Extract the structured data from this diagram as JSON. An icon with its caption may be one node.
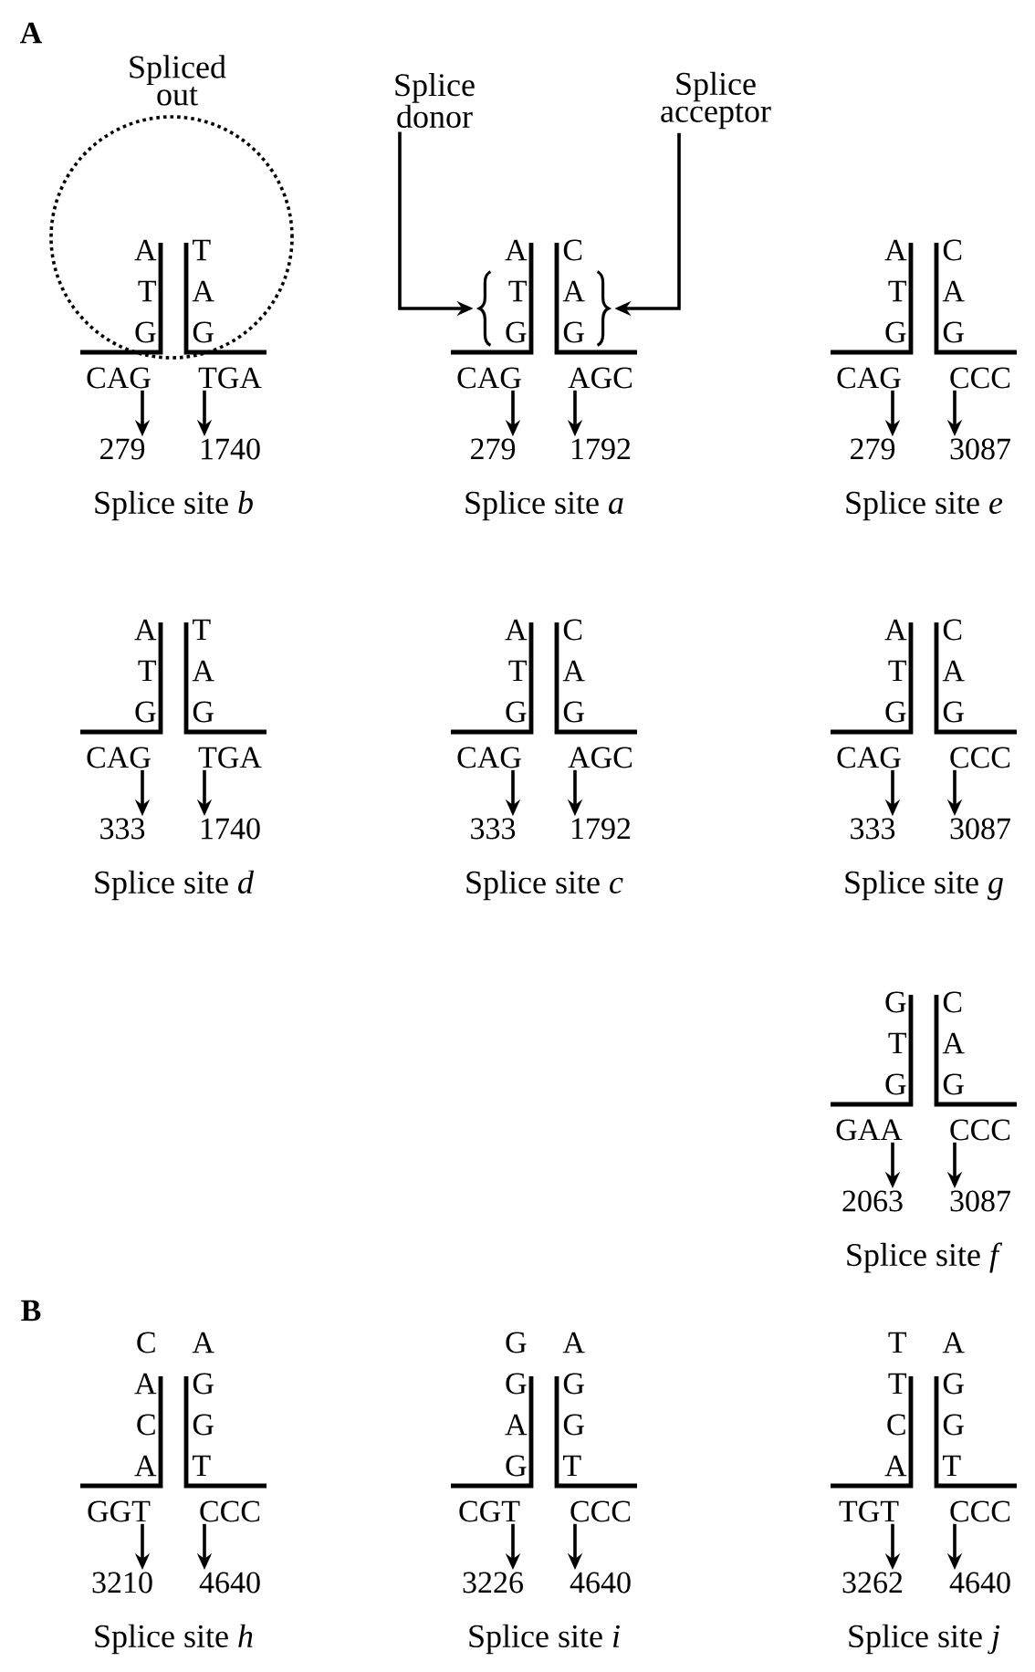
{
  "diagram": {
    "nodes": [
      {
        "text": [
          "Spliced out"
        ]
      },
      {
        "text": [
          "Splice donor"
        ]
      },
      {
        "text": [
          "Splice acceptor"
        ]
      },
      {
        "text": [
          "CAG"
        ]
      },
      {
        "text": [
          "TGA"
        ]
      },
      {
        "text": [
          "279"
        ]
      },
      {
        "text": [
          "1740"
        ]
      },
      {
        "text": [
          "CAG"
        ]
      },
      {
        "text": [
          "AGC"
        ]
      },
      {
        "text": [
          "279"
        ]
      },
      {
        "text": [
          "1792"
        ]
      },
      {
        "text": [
          "CAG"
        ]
      },
      {
        "text": [
          "CCC"
        ]
      },
      {
        "text": [
          "279"
        ]
      },
      {
        "text": [
          "3087"
        ]
      },
      {
        "text": [
          "CAG"
        ]
      },
      {
        "text": [
          "TGA"
        ]
      },
      {
        "text": [
          "333"
        ]
      },
      {
        "text": [
          "1740"
        ]
      },
      {
        "text": [
          "CAG"
        ]
      },
      {
        "text": [
          "AGC"
        ]
      },
      {
        "text": [
          "333"
        ]
      },
      {
        "text": [
          "1792"
        ]
      },
      {
        "text": [
          "CAG"
        ]
      },
      {
        "text": [
          "CCC"
        ]
      },
      {
        "text": [
          "333"
        ]
      },
      {
        "text": [
          "3087"
        ]
      },
      {
        "text": [
          "GAA"
        ]
      },
      {
        "text": [
          "CCC"
        ]
      },
      {
        "text": [
          "2063"
        ]
      },
      {
        "text": [
          "3087"
        ]
      },
      {
        "text": [
          "GGT"
        ]
      },
      {
        "text": [
          "CCC"
        ]
      },
      {
        "text": [
          "3210"
        ]
      },
      {
        "text": [
          "4640"
        ]
      },
      {
        "text": [
          "CGT"
        ]
      },
      {
        "text": [
          "CCC"
        ]
      },
      {
        "text": [
          "3226"
        ]
      },
      {
        "text": [
          "4640"
        ]
      },
      {
        "text": [
          "TGT"
        ]
      },
      {
        "text": [
          "CCC"
        ]
      },
      {
        "text": [
          "3262"
        ]
      },
      {
        "text": [
          "4640"
        ]
      },
      {
        "text": [],
        "shape": "bracket"
      },
      {
        "text": [],
        "shape": "bracket"
      }
    ],
    "edges": [
      {
        "from": 1,
        "to": 43,
        "arrow": "to"
      },
      {
        "from": 2,
        "to": 44,
        "arrow": "to"
      },
      {
        "from": 3,
        "to": 5,
        "arrow": "to"
      },
      {
        "from": 4,
        "to": 6,
        "arrow": "to"
      },
      {
        "from": 7,
        "to": 9,
        "arrow": "to"
      },
      {
        "from": 8,
        "to": 10,
        "arrow": "to"
      },
      {
        "from": 11,
        "to": 13,
        "arrow": "to"
      },
      {
        "from": 12,
        "to": 14,
        "arrow": "to"
      },
      {
        "from": 15,
        "to": 17,
        "arrow": "to"
      },
      {
        "from": 16,
        "to": 18,
        "arrow": "to"
      },
      {
        "from": 19,
        "to": 21,
        "arrow": "to"
      },
      {
        "from": 20,
        "to": 22,
        "arrow": "to"
      },
      {
        "from": 23,
        "to": 25,
        "arrow": "to"
      },
      {
        "from": 24,
        "to": 26,
        "arrow": "to"
      },
      {
        "from": 27,
        "to": 29,
        "arrow": "to"
      },
      {
        "from": 28,
        "to": 30,
        "arrow": "to"
      },
      {
        "from": 31,
        "to": 33,
        "arrow": "to"
      },
      {
        "from": 32,
        "to": 34,
        "arrow": "to"
      },
      {
        "from": 35,
        "to": 37,
        "arrow": "to"
      },
      {
        "from": 36,
        "to": 38,
        "arrow": "to"
      },
      {
        "from": 39,
        "to": 41,
        "arrow": "to"
      },
      {
        "from": 40,
        "to": 42,
        "arrow": "to"
      }
    ],
    "labels": [
      "A",
      "A",
      "T",
      "G",
      "T",
      "A",
      "G",
      "Splice site *b*",
      "A",
      "T",
      "G",
      "C",
      "A",
      "G",
      "Splice site *a*",
      "A",
      "T",
      "G",
      "C",
      "A",
      "G",
      "Splice site *e*",
      "A",
      "T",
      "G",
      "T",
      "A",
      "G",
      "Splice site *d*",
      "A",
      "T",
      "G",
      "C",
      "A",
      "G",
      "Splice site *c*",
      "A",
      "T",
      "G",
      "C",
      "A",
      "G",
      "Splice site *g*",
      "G",
      "T",
      "G",
      "C",
      "A",
      "G",
      "Splice site *f*",
      "B",
      "C",
      "A",
      "C",
      "A",
      "A",
      "G",
      "G",
      "T",
      "Splice site *h*",
      "G",
      "G",
      "A",
      "G",
      "A",
      "G",
      "G",
      "T",
      "Splice site *i*",
      "T",
      "T",
      "C",
      "A",
      "A",
      "G",
      "G",
      "T",
      "Splice site *j*"
    ]
  }
}
